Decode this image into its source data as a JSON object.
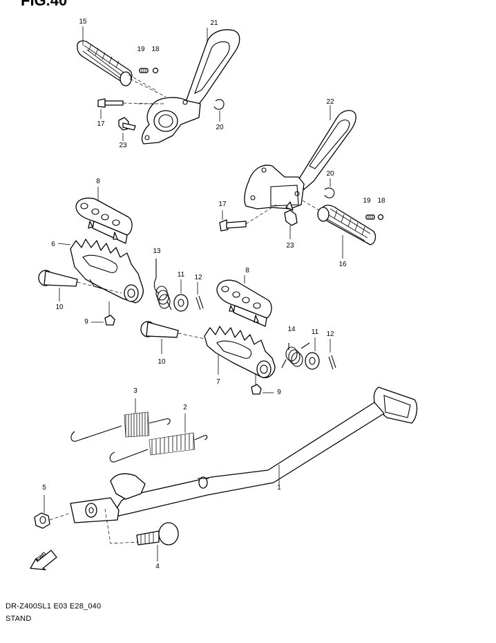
{
  "figure": {
    "title": "FIG.40"
  },
  "callouts": {
    "n15": "15",
    "n21": "21",
    "n19a": "19",
    "n18a": "18",
    "n17a": "17",
    "n23a": "23",
    "n20a": "20",
    "n22": "22",
    "n20b": "20",
    "n17b": "17",
    "n19b": "19",
    "n18b": "18",
    "n23b": "23",
    "n16": "16",
    "n8a": "8",
    "n6": "6",
    "n13": "13",
    "n11a": "11",
    "n12a": "12",
    "n10a": "10",
    "n9a": "9",
    "n8b": "8",
    "n14": "14",
    "n11b": "11",
    "n12b": "12",
    "n10b": "10",
    "n7": "7",
    "n9b": "9",
    "n3": "3",
    "n2": "2",
    "n1": "1",
    "n5": "5",
    "n4": "4"
  },
  "fwd_label": "FWD",
  "footer": {
    "model_code": "DR-Z400SL1 E03 E28_040",
    "section": "STAND"
  },
  "icons": [
    "fwd-arrow-icon"
  ]
}
